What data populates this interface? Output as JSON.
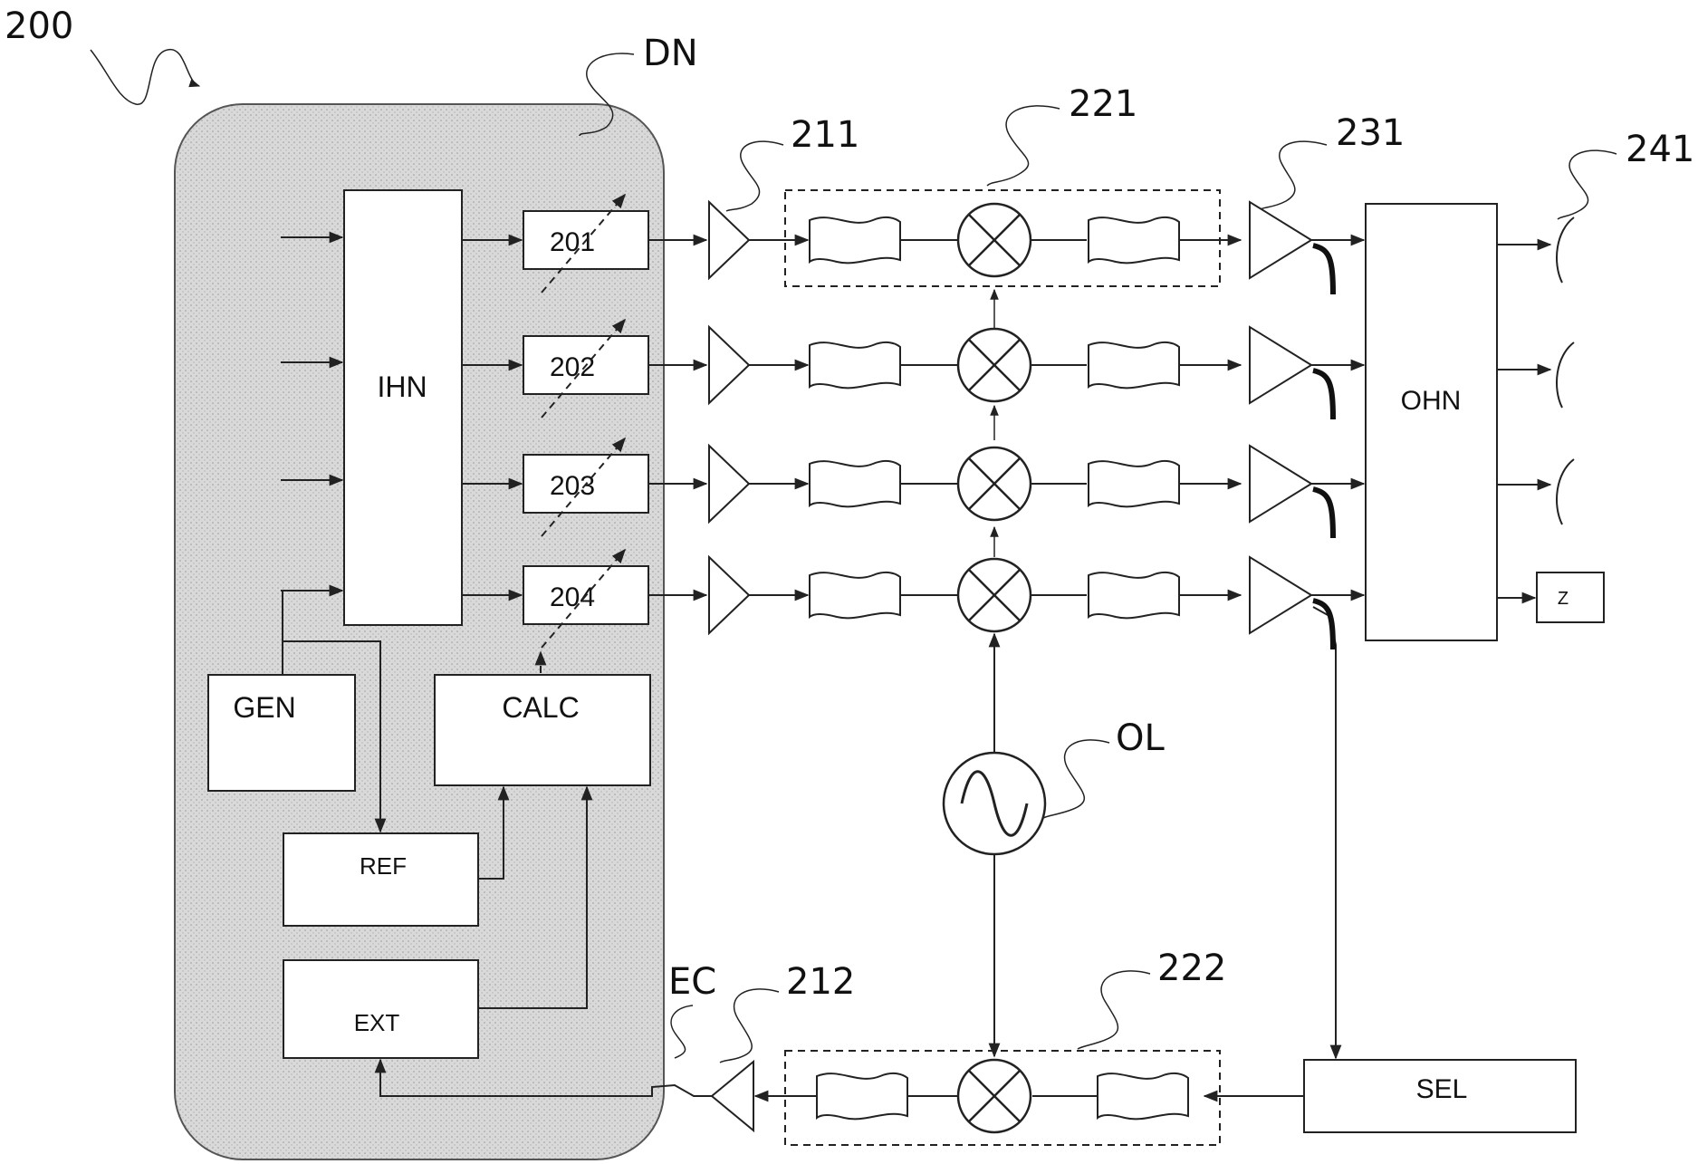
{
  "refs": {
    "system": "200",
    "digital_network": "DN",
    "amp_first": "211",
    "mixer_group_top": "221",
    "amp_output": "231",
    "antenna": "241",
    "oscillator": "OL",
    "coupler": "EC",
    "amp_return": "212",
    "mixer_group_bottom": "222"
  },
  "blocks": {
    "ihn": "IHN",
    "gen": "GEN",
    "calc": "CALC",
    "ref": "REF",
    "ext": "EXT",
    "ohn": "OHN",
    "sel": "SEL",
    "load": "Z"
  },
  "channels": [
    "201",
    "202",
    "203",
    "204"
  ],
  "colors": {
    "panel_fill": "#d7d7d7",
    "line": "#222222"
  }
}
